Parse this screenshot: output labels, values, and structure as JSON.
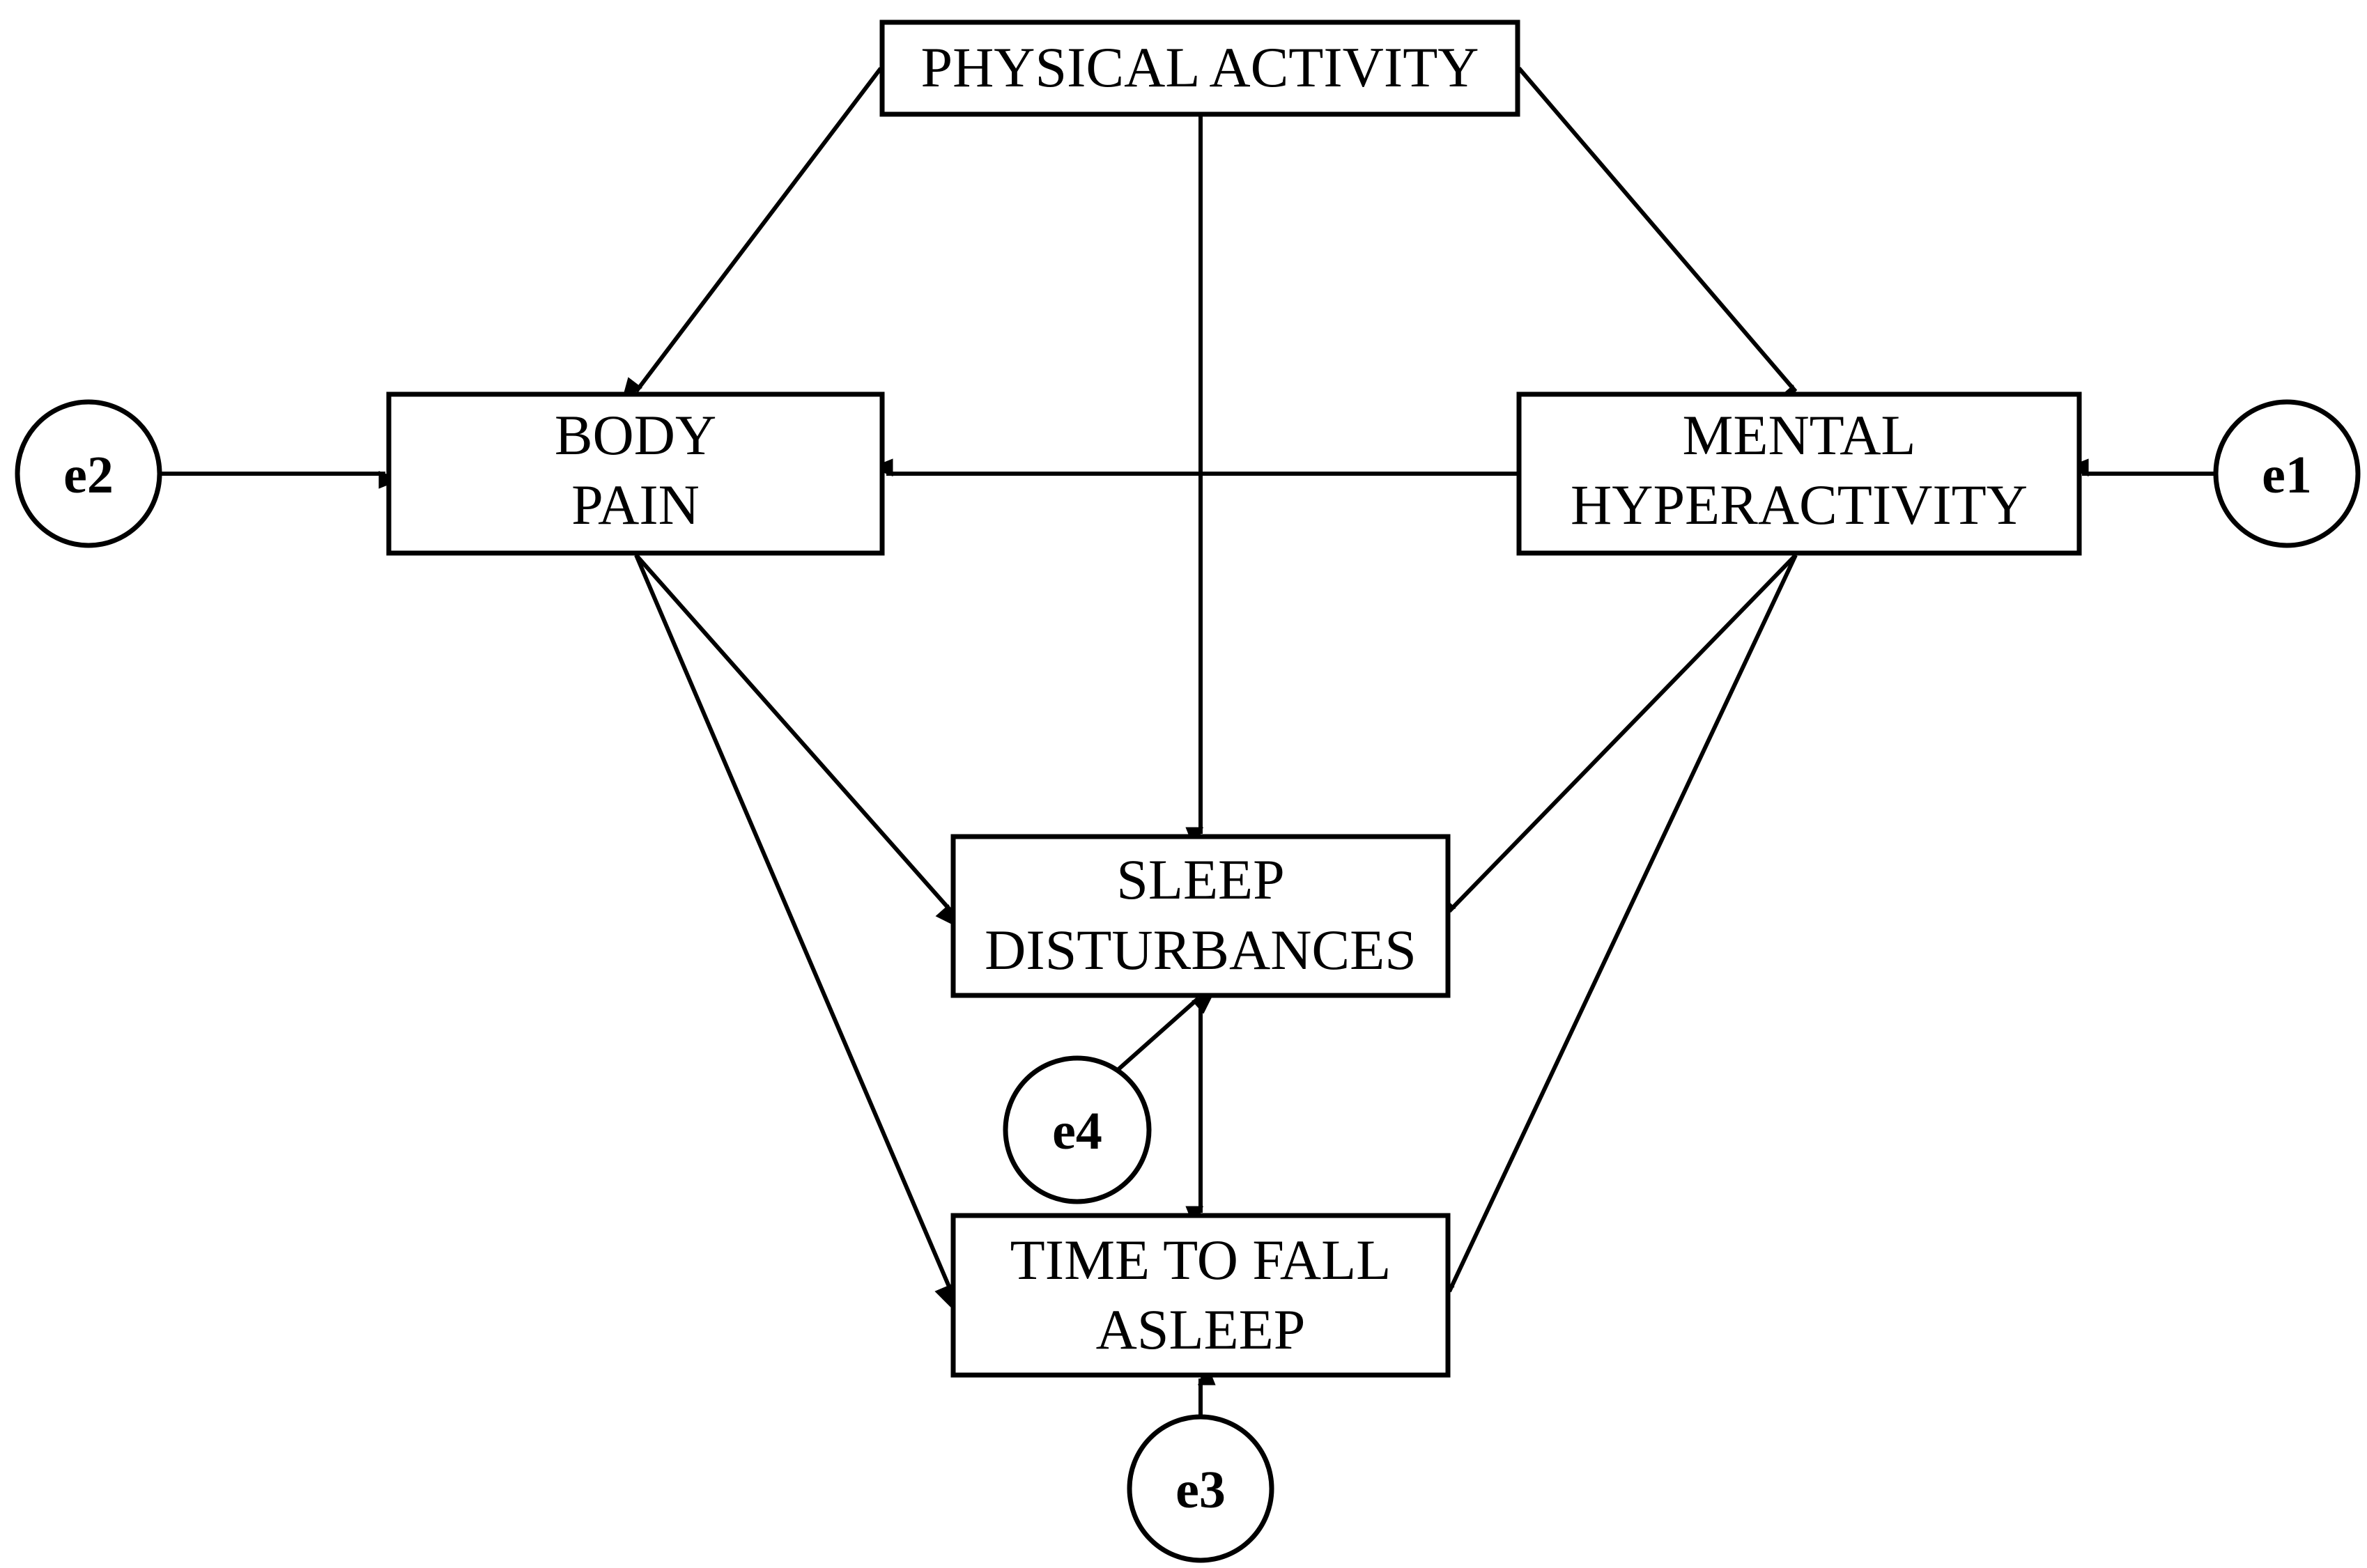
{
  "diagram": {
    "nodes": {
      "physical_activity": {
        "lines": [
          "PHYSICAL ACTIVITY"
        ]
      },
      "body_pain": {
        "lines": [
          "BODY",
          "PAIN"
        ]
      },
      "mental_hyperactivity": {
        "lines": [
          "MENTAL",
          "HYPERACTIVITY"
        ]
      },
      "sleep_disturbances": {
        "lines": [
          "SLEEP",
          "DISTURBANCES"
        ]
      },
      "time_to_fall_asleep": {
        "lines": [
          "TIME TO FALL",
          "ASLEEP"
        ]
      }
    },
    "errors": {
      "e1": "e1",
      "e2": "e2",
      "e3": "e3",
      "e4": "e4"
    },
    "paths": [
      {
        "from": "PHYSICAL ACTIVITY",
        "to": "BODY PAIN"
      },
      {
        "from": "PHYSICAL ACTIVITY",
        "to": "MENTAL HYPERACTIVITY"
      },
      {
        "from": "PHYSICAL ACTIVITY",
        "to": "SLEEP DISTURBANCES"
      },
      {
        "from": "MENTAL HYPERACTIVITY",
        "to": "BODY PAIN"
      },
      {
        "from": "BODY PAIN",
        "to": "SLEEP DISTURBANCES"
      },
      {
        "from": "BODY PAIN",
        "to": "TIME TO FALL ASLEEP"
      },
      {
        "from": "MENTAL HYPERACTIVITY",
        "to": "SLEEP DISTURBANCES"
      },
      {
        "from": "MENTAL HYPERACTIVITY",
        "to": "TIME TO FALL ASLEEP"
      },
      {
        "from": "SLEEP DISTURBANCES",
        "to": "TIME TO FALL ASLEEP"
      },
      {
        "from": "e1",
        "to": "MENTAL HYPERACTIVITY"
      },
      {
        "from": "e2",
        "to": "BODY PAIN"
      },
      {
        "from": "e3",
        "to": "TIME TO FALL ASLEEP"
      },
      {
        "from": "e4",
        "to": "SLEEP DISTURBANCES"
      }
    ]
  }
}
